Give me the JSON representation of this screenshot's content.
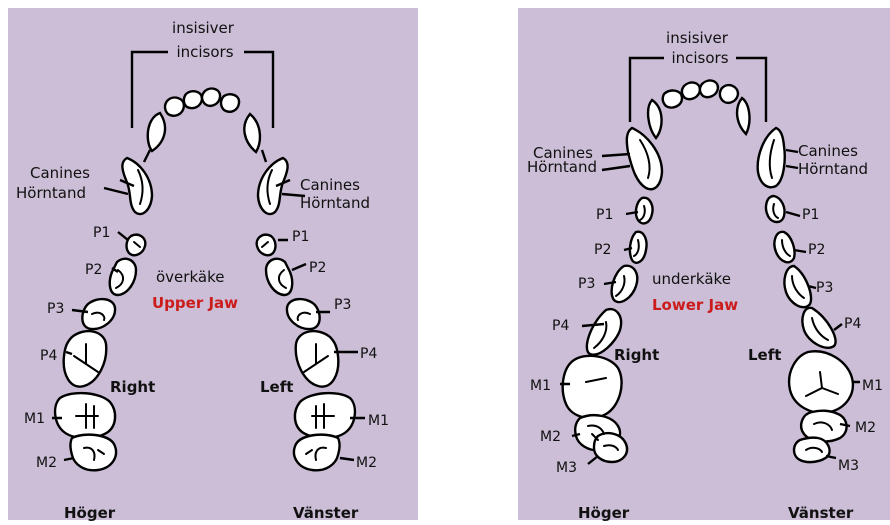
{
  "upper_jaw": {
    "incisors_swedish": "insisiver",
    "incisors_english": "incisors",
    "canines_english_right": "Canines",
    "canines_swedish_right": "Hörntand",
    "canines_english_left": "Canines",
    "canines_swedish_left": "Hörntand",
    "jaw_swedish": "överkäke",
    "jaw_english": "Upper Jaw",
    "side_right": "Right",
    "side_left": "Left",
    "side_right_swedish": "Höger",
    "side_left_swedish": "Vänster",
    "right_teeth": [
      "P1",
      "P2",
      "P3",
      "P4",
      "M1",
      "M2"
    ],
    "left_teeth": [
      "P1",
      "P2",
      "P3",
      "P4",
      "M1",
      "M2"
    ]
  },
  "lower_jaw": {
    "incisors_swedish": "insisiver",
    "incisors_english": "incisors",
    "canines_english_right": "Canines",
    "canines_swedish_right": "Hörntand",
    "canines_english_left": "Canines",
    "canines_swedish_left": "Hörntand",
    "jaw_swedish": "underkäke",
    "jaw_english": "Lower Jaw",
    "side_right": "Right",
    "side_left": "Left",
    "side_right_swedish": "Höger",
    "side_left_swedish": "Vänster",
    "right_teeth": [
      "P1",
      "P2",
      "P3",
      "P4",
      "M1",
      "M2",
      "M3"
    ],
    "left_teeth": [
      "P1",
      "P2",
      "P3",
      "P4",
      "M1",
      "M2",
      "M3"
    ]
  },
  "colors": {
    "panel_background": "#cbbed6",
    "jaw_label_english": "#cc1b1b"
  }
}
